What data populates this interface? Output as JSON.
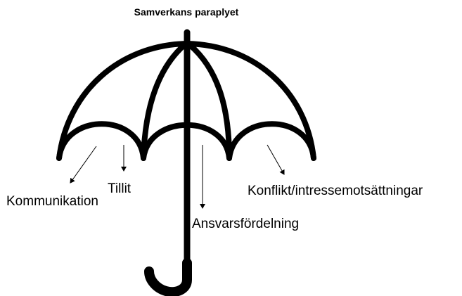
{
  "diagram": {
    "title": "Samverkans paraplyet",
    "labels": {
      "kommunikation": "Kommunikation",
      "tillit": "Tillit",
      "ansvarsfordelning": "Ansvarsfördelning",
      "konflikt": "Konflikt/intressemotsättningar"
    },
    "colors": {
      "stroke": "#000000",
      "background": "#ffffff"
    },
    "icon": "umbrella-icon"
  }
}
